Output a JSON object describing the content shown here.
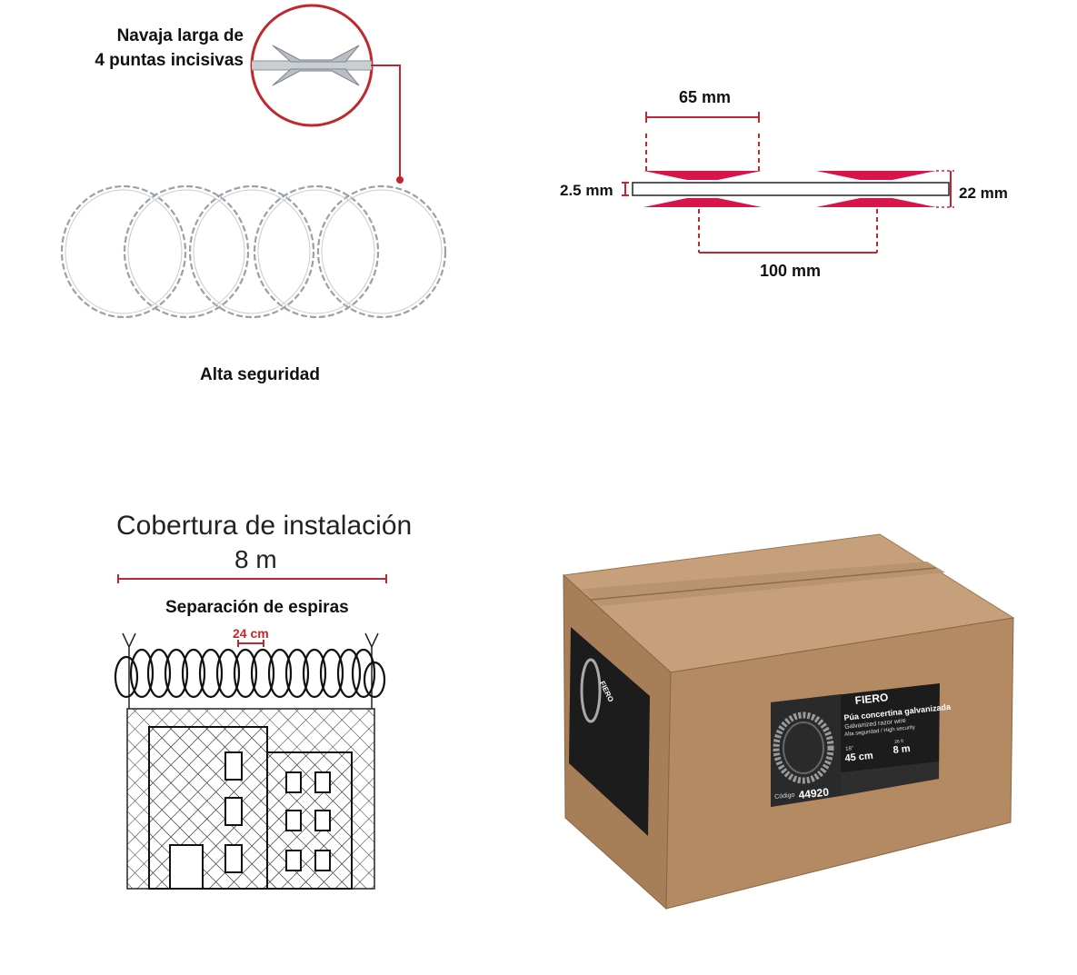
{
  "razor": {
    "line1": "Navaja larga de",
    "line2": "4 puntas incisivas"
  },
  "coil_caption": "Alta seguridad",
  "dimensions": {
    "spacing_top": "65 mm",
    "thickness": "2.5 mm",
    "height": "22 mm",
    "spacing_bottom": "100 mm"
  },
  "coverage": {
    "title": "Cobertura de instalación",
    "value": "8 m",
    "separation_title": "Separación de espiras",
    "separation_value": "24 cm"
  },
  "box": {
    "brand": "FIERO",
    "product": "Púa concertina galvanizada",
    "product_en": "Galvanized razor wire",
    "subtitle": "Alta seguridad / High security",
    "diameter_in": "18\"",
    "diameter": "45 cm",
    "length_ft": "26 ft",
    "length": "8 m",
    "code_label": "Código",
    "code": "44920"
  },
  "colors": {
    "accent": "#d8154a",
    "dim_line": "#c0282f",
    "cardboard": "#b48a62",
    "label_dark": "#1c1c1c"
  }
}
